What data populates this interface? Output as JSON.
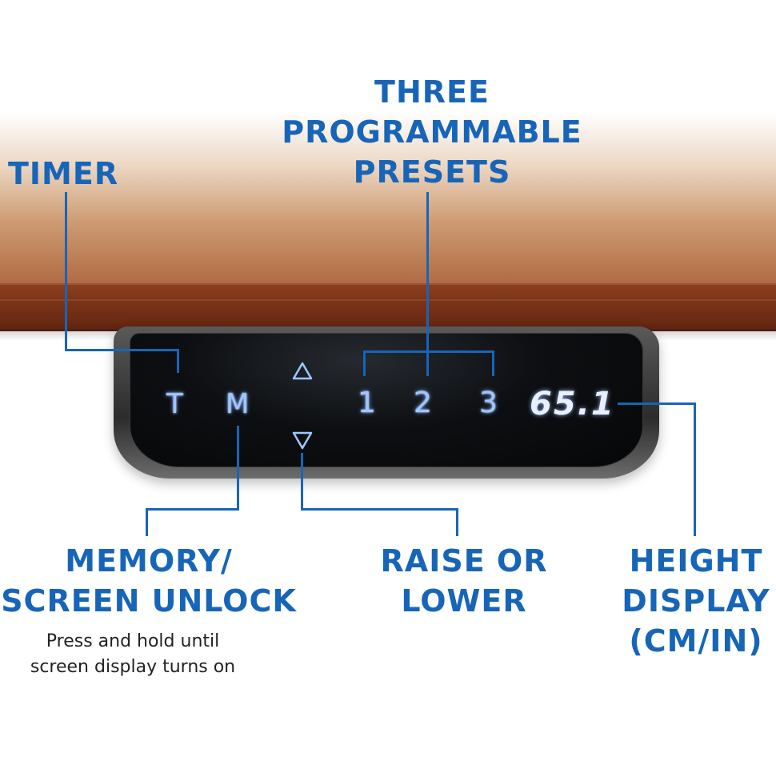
{
  "labels": {
    "timer": "TIMER",
    "presets_line1": "THREE",
    "presets_line2": "PROGRAMMABLE",
    "presets_line3": "PRESETS",
    "memory_line1": "MEMORY/",
    "memory_line2": "SCREEN UNLOCK",
    "memory_note_line1": "Press and hold until",
    "memory_note_line2": "screen display turns on",
    "raise_line1": "RAISE OR",
    "raise_line2": "LOWER",
    "height_line1": "HEIGHT",
    "height_line2": "DISPLAY",
    "height_line3": "(CM/IN)"
  },
  "panel": {
    "timer_key": "T",
    "memory_key": "M",
    "preset_1": "1",
    "preset_2": "2",
    "preset_3": "3",
    "height_readout": "65.1",
    "up_icon": "triangle-up-outline",
    "down_icon": "triangle-down-outline"
  },
  "colors": {
    "callout_blue": "#1765b8",
    "backlight_blue": "#9fc6ff",
    "desk_wood": "#7a3318",
    "panel_black": "#0d0f12"
  }
}
